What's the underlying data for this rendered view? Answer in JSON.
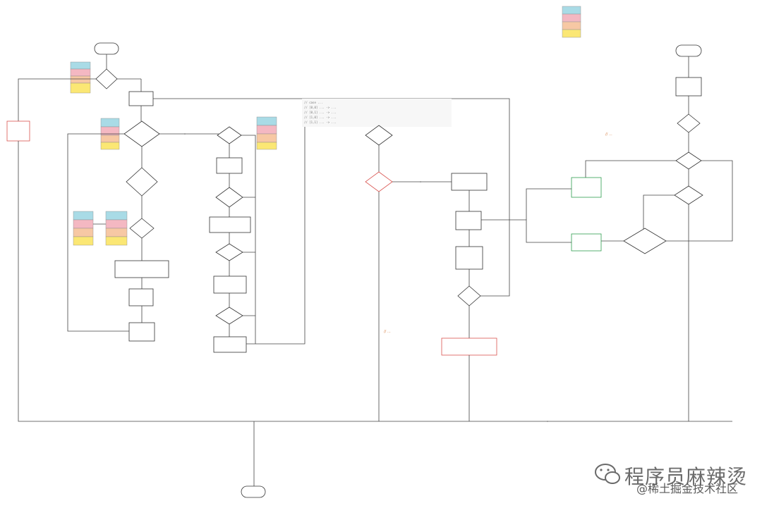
{
  "diagram": {
    "legend": [
      {
        "label": "",
        "color": "#a9dbe6"
      },
      {
        "label": "",
        "color": "#f4b8c2"
      },
      {
        "label": "",
        "color": "#f7c8a4"
      },
      {
        "label": "",
        "color": "#fbe774"
      }
    ],
    "comments": {
      "code_line_1": "// case   ...",
      "code_line_2": "// [0,0] ...  -> ...",
      "code_line_3": "// [0,1] ...  -> ...",
      "code_line_4": "// [1,0] ...  -> ...",
      "code_line_5": "// [1,1] ...  -> ...",
      "right_comment": "// ...",
      "mid_comment": "// ..."
    }
  },
  "watermark": {
    "main": "程序员麻辣烫",
    "sub": "@稀土掘金技术社区"
  },
  "colors": {
    "legend_blue": "#a9dbe6",
    "legend_pink": "#f4b8c2",
    "legend_orange": "#f7c8a4",
    "legend_yellow": "#fbe774",
    "accent_red": "#d9534f",
    "accent_green": "#2e9e4f",
    "accent_orange": "#d4793a"
  },
  "icons": {
    "watermark_logo": "wechat-logo-icon"
  }
}
